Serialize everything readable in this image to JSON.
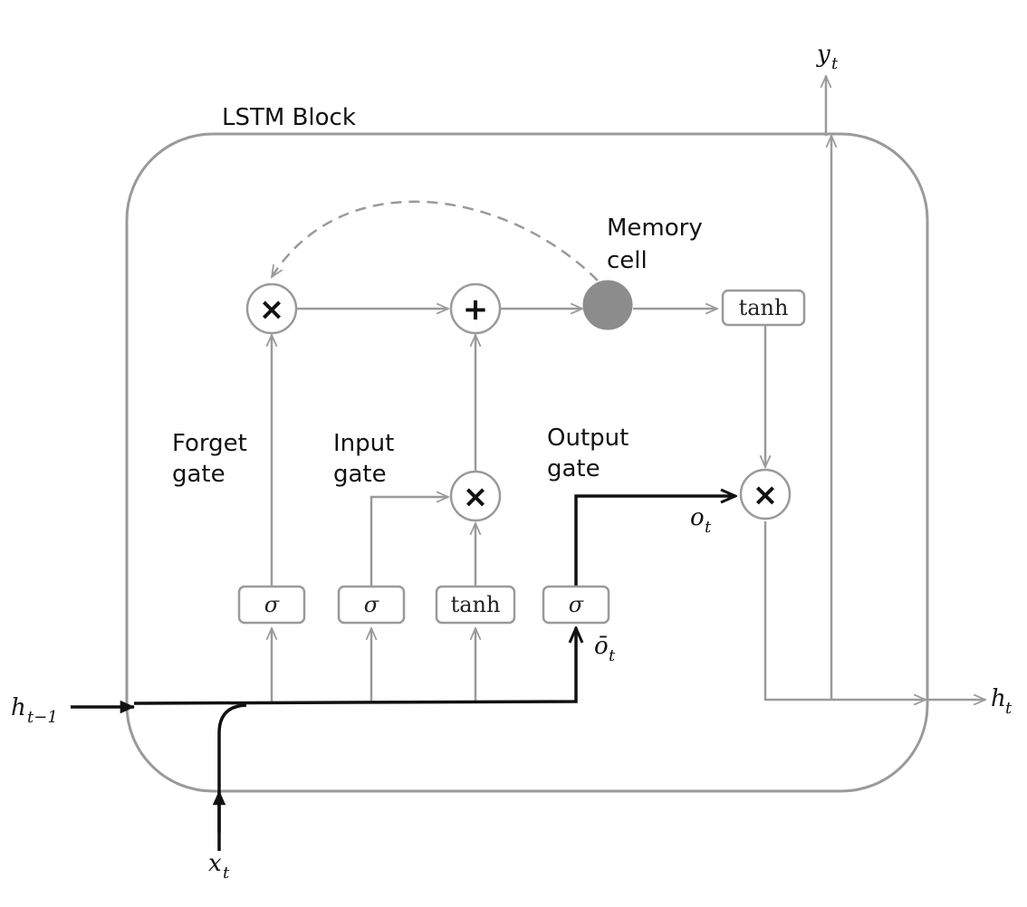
{
  "block_title": "LSTM Block",
  "labels": {
    "memory_cell_line1": "Memory",
    "memory_cell_line2": "cell",
    "forget_gate_line1": "Forget",
    "forget_gate_line2": "gate",
    "input_gate_line1": "Input",
    "input_gate_line2": "gate",
    "output_gate_line1": "Output",
    "output_gate_line2": "gate"
  },
  "functions": {
    "sigma": "σ",
    "tanh": "tanh"
  },
  "operators": {
    "multiply": "×",
    "add": "+"
  },
  "variables": {
    "h_prev": {
      "base": "h",
      "sub": "t−1"
    },
    "x_t": {
      "base": "x",
      "sub": "t"
    },
    "y_t": {
      "base": "y",
      "sub": "t"
    },
    "h_t": {
      "base": "h",
      "sub": "t"
    },
    "o_t": {
      "base": "o",
      "sub": "t"
    },
    "o_bar_t": {
      "base": "ō",
      "sub": "t"
    }
  },
  "colors": {
    "gray_lines": "#9a9a9a",
    "black_lines": "#111111",
    "memory_cell_fill": "#8c8c8c"
  }
}
